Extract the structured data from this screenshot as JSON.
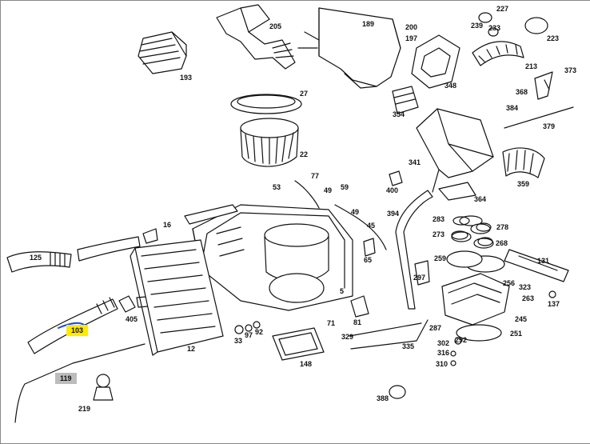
{
  "diagram": {
    "parts": [
      {
        "id": "193",
        "label": "193"
      },
      {
        "id": "205",
        "label": "205"
      },
      {
        "id": "189",
        "label": "189"
      },
      {
        "id": "200",
        "label": "200"
      },
      {
        "id": "197",
        "label": "197"
      },
      {
        "id": "227",
        "label": "227"
      },
      {
        "id": "239",
        "label": "239"
      },
      {
        "id": "233",
        "label": "233"
      },
      {
        "id": "223",
        "label": "223"
      },
      {
        "id": "348",
        "label": "348"
      },
      {
        "id": "213",
        "label": "213"
      },
      {
        "id": "373",
        "label": "373"
      },
      {
        "id": "27",
        "label": "27"
      },
      {
        "id": "354",
        "label": "354"
      },
      {
        "id": "368",
        "label": "368"
      },
      {
        "id": "384",
        "label": "384"
      },
      {
        "id": "379",
        "label": "379"
      },
      {
        "id": "22",
        "label": "22"
      },
      {
        "id": "341",
        "label": "341"
      },
      {
        "id": "359",
        "label": "359"
      },
      {
        "id": "77",
        "label": "77"
      },
      {
        "id": "400",
        "label": "400"
      },
      {
        "id": "53",
        "label": "53"
      },
      {
        "id": "49a",
        "label": "49"
      },
      {
        "id": "59",
        "label": "59"
      },
      {
        "id": "364",
        "label": "364"
      },
      {
        "id": "49b",
        "label": "49"
      },
      {
        "id": "394",
        "label": "394"
      },
      {
        "id": "45",
        "label": "45"
      },
      {
        "id": "283",
        "label": "283"
      },
      {
        "id": "16",
        "label": "16"
      },
      {
        "id": "278",
        "label": "278"
      },
      {
        "id": "273",
        "label": "273"
      },
      {
        "id": "268",
        "label": "268"
      },
      {
        "id": "125",
        "label": "125"
      },
      {
        "id": "65",
        "label": "65"
      },
      {
        "id": "259",
        "label": "259"
      },
      {
        "id": "131",
        "label": "131"
      },
      {
        "id": "297",
        "label": "297"
      },
      {
        "id": "256",
        "label": "256"
      },
      {
        "id": "323",
        "label": "323"
      },
      {
        "id": "263",
        "label": "263"
      },
      {
        "id": "5",
        "label": "5"
      },
      {
        "id": "137",
        "label": "137"
      },
      {
        "id": "405",
        "label": "405"
      },
      {
        "id": "245",
        "label": "245"
      },
      {
        "id": "103",
        "label": "103"
      },
      {
        "id": "71",
        "label": "71"
      },
      {
        "id": "81",
        "label": "81"
      },
      {
        "id": "287",
        "label": "287"
      },
      {
        "id": "251",
        "label": "251"
      },
      {
        "id": "97",
        "label": "97"
      },
      {
        "id": "92",
        "label": "92"
      },
      {
        "id": "33",
        "label": "33"
      },
      {
        "id": "329",
        "label": "329"
      },
      {
        "id": "292",
        "label": "292"
      },
      {
        "id": "12",
        "label": "12"
      },
      {
        "id": "302",
        "label": "302"
      },
      {
        "id": "335",
        "label": "335"
      },
      {
        "id": "316",
        "label": "316"
      },
      {
        "id": "148",
        "label": "148"
      },
      {
        "id": "310",
        "label": "310"
      },
      {
        "id": "119",
        "label": "119"
      },
      {
        "id": "388",
        "label": "388"
      },
      {
        "id": "219",
        "label": "219"
      }
    ],
    "highlight_colors": {
      "yellow": "#ffea00",
      "gray": "#bcbcbc",
      "callout_line": "#1f4fd8"
    }
  }
}
